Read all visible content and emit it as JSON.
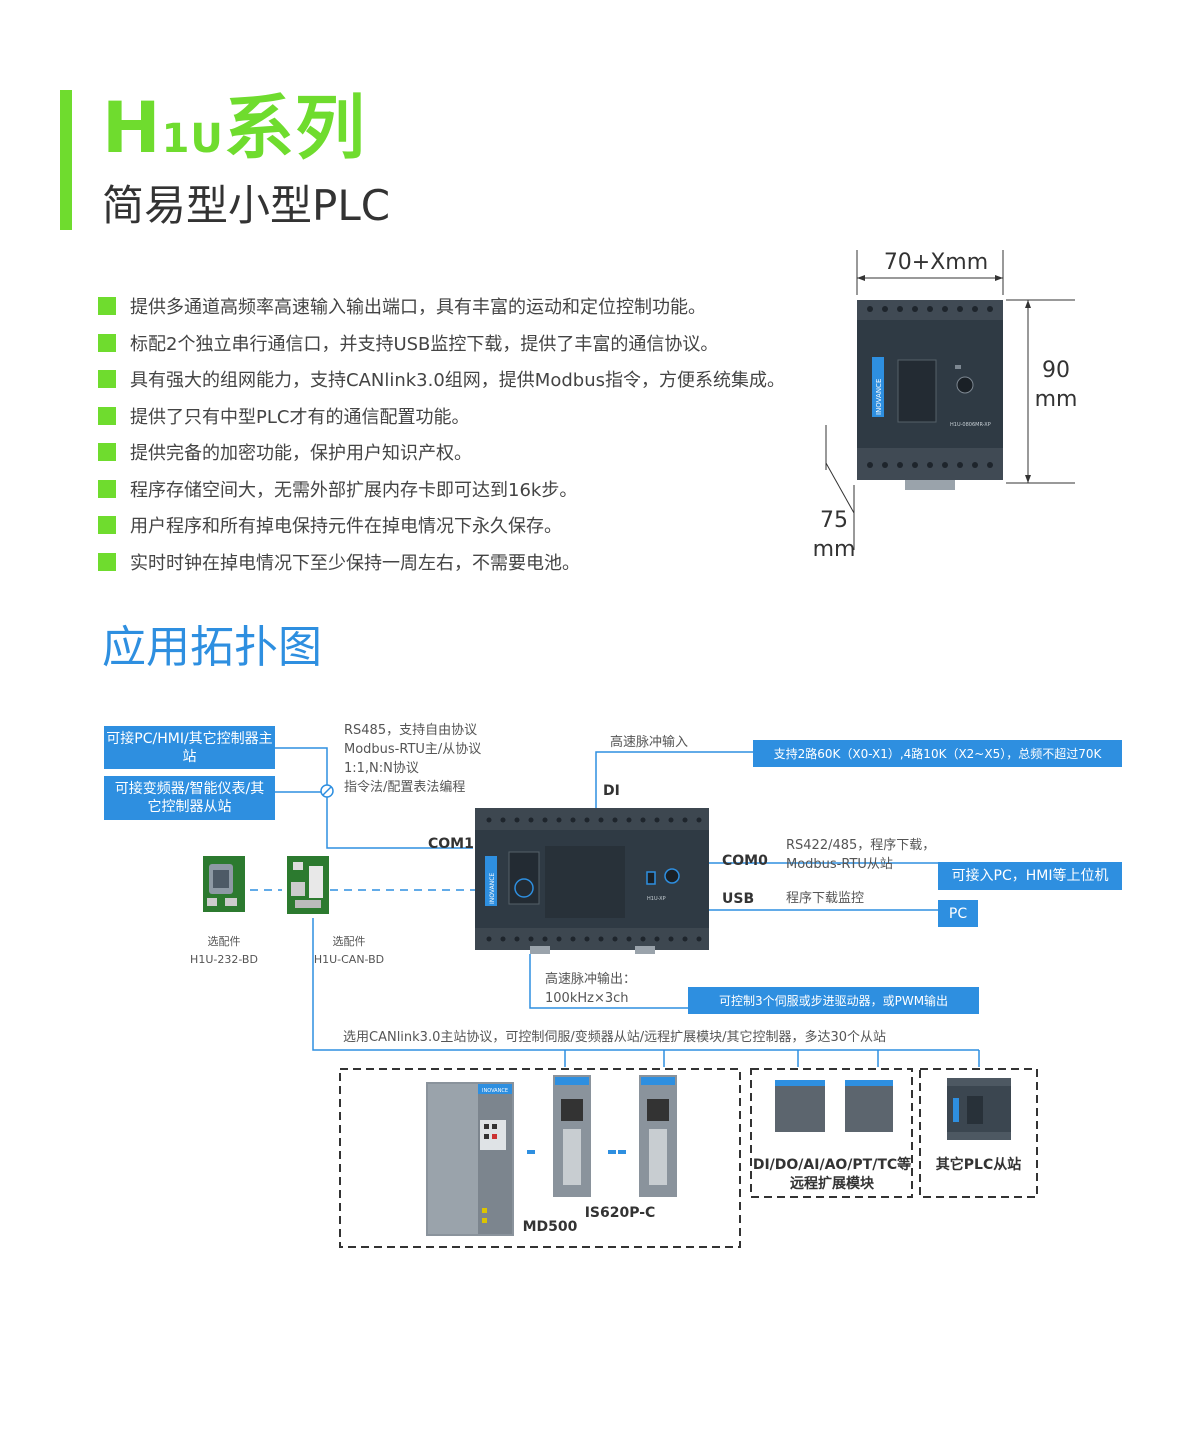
{
  "header": {
    "title_h": "H",
    "title_sub": "1U",
    "title_series": "系列",
    "subtitle": "简易型小型PLC"
  },
  "features": [
    "提供多通道高频率高速输入输出端口，具有丰富的运动和定位控制功能。",
    "标配2个独立串行通信口，并支持USB监控下载，提供了丰富的通信协议。",
    "具有强大的组网能力，支持CANlink3.0组网，提供Modbus指令，方便系统集成。",
    "提供了只有中型PLC才有的通信配置功能。",
    "提供完备的加密功能，保护用户知识产权。",
    "程序存储空间大，无需外部扩展内存卡即可达到16k步。",
    "用户程序和所有掉电保持元件在掉电情况下永久保存。",
    "实时时钟在掉电情况下至少保持一周左右，不需要电池。"
  ],
  "dimensions": {
    "width": "70+Xmm",
    "height_value": "90",
    "height_unit": "mm",
    "depth_value": "75",
    "depth_unit": "mm"
  },
  "product_image": {
    "brand": "INOVANCE",
    "model": "H1U-0806MR-XP"
  },
  "topology": {
    "section_title": "应用拓扑图",
    "box_master": "可接PC/HMI/其它控制器主站",
    "box_slave": "可接变频器/智能仪表/其它控制器从站",
    "rs485_lines": [
      "RS485，支持自由协议",
      "Modbus-RTU主/从协议",
      "1:1,N:N协议",
      "指令法/配置表法编程"
    ],
    "hs_input_label": "高速脉冲输入",
    "hs_input_box": "支持2路60K（X0-X1）,4路10K（X2~X5），总频不超过70K",
    "port_di": "DI",
    "port_com1": "COM1",
    "port_com0": "COM0",
    "port_usb": "USB",
    "com0_lines": [
      "RS422/485，程序下载，",
      "Modbus-RTU从站"
    ],
    "com0_box": "可接入PC，HMI等上位机",
    "usb_label": "程序下载监控",
    "usb_box": "PC",
    "hs_output_lines": [
      "高速脉冲输出：",
      "100kHz×3ch"
    ],
    "hs_output_box": "可控制3个伺服或步进驱动器，或PWM输出",
    "option1_caption": "选配件",
    "option1_model": "H1U-232-BD",
    "option2_caption": "选配件",
    "option2_model": "H1U-CAN-BD",
    "canlink_label": "选用CANlink3.0主站协议，可控制伺服/变频器从站/远程扩展模块/其它控制器，多达30个从站",
    "dev_md500": "MD500",
    "dev_is620": "IS620P-C",
    "dev_remote_lines": [
      "DI/DO/AI/AO/PT/TC等",
      "远程扩展模块"
    ],
    "dev_other_plc": "其它PLC从站",
    "plc_brand": "INOVANCE",
    "plc_model": "H1U-XP",
    "drive_brand": "INOVANCE"
  },
  "colors": {
    "green": "#6fdc2e",
    "blue": "#2e8fe0",
    "device_dark": "#2f3a44"
  }
}
